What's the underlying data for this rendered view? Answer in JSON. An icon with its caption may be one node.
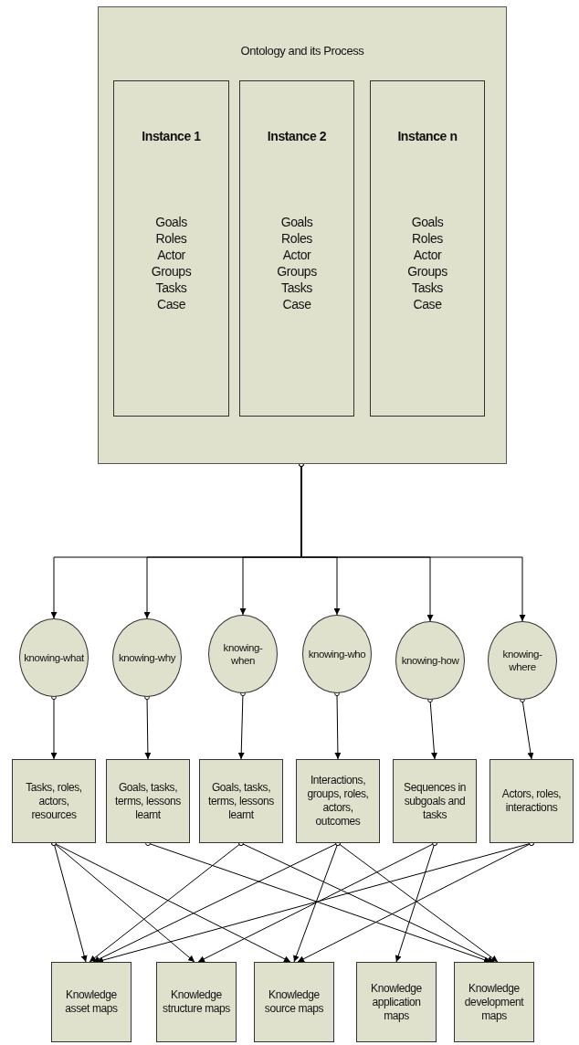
{
  "diagram": {
    "nodes": [
      {
        "text": [
          "Ontology and its Process"
        ]
      },
      {
        "text": [
          "Instance 1",
          "Goals Roles Actor Groups Tasks Case"
        ],
        "in": 0
      },
      {
        "text": [
          "Instance 2",
          "Goals Roles Actor Groups Tasks Case"
        ],
        "in": 0
      },
      {
        "text": [
          "Instance n",
          "Goals Roles Actor Groups Tasks Case"
        ],
        "in": 0
      },
      {
        "text": [
          "knowing-what"
        ]
      },
      {
        "text": [
          "knowing-why"
        ]
      },
      {
        "text": [
          "knowing-when"
        ]
      },
      {
        "text": [
          "knowing-who"
        ]
      },
      {
        "text": [
          "knowing-how"
        ]
      },
      {
        "text": [
          "knowing-where"
        ]
      },
      {
        "text": [
          "Tasks, roles, actors, resources"
        ]
      },
      {
        "text": [
          "Goals, tasks, terms, lessons learnt"
        ]
      },
      {
        "text": [
          "Goals, tasks, terms, lessons learnt"
        ]
      },
      {
        "text": [
          "Interactions, groups, roles, actors, outcomes"
        ]
      },
      {
        "text": [
          "Sequences in subgoals and tasks"
        ]
      },
      {
        "text": [
          "Actors, roles, interactions"
        ]
      },
      {
        "text": [
          "Knowledge asset maps"
        ]
      },
      {
        "text": [
          "Knowledge structure maps"
        ]
      },
      {
        "text": [
          "Knowledge source maps"
        ]
      },
      {
        "text": [
          "Knowledge application maps"
        ]
      },
      {
        "text": [
          "Knowledge development maps"
        ]
      }
    ],
    "edges": [
      {
        "from": 0,
        "to": 4,
        "arrow": "to"
      },
      {
        "from": 0,
        "to": 5,
        "arrow": "to"
      },
      {
        "from": 0,
        "to": 6,
        "arrow": "to"
      },
      {
        "from": 0,
        "to": 7,
        "arrow": "to"
      },
      {
        "from": 0,
        "to": 8,
        "arrow": "to"
      },
      {
        "from": 0,
        "to": 9,
        "arrow": "to"
      },
      {
        "from": 4,
        "to": 10,
        "arrow": "to"
      },
      {
        "from": 5,
        "to": 11,
        "arrow": "to"
      },
      {
        "from": 6,
        "to": 12,
        "arrow": "to"
      },
      {
        "from": 7,
        "to": 13,
        "arrow": "to"
      },
      {
        "from": 8,
        "to": 14,
        "arrow": "to"
      },
      {
        "from": 9,
        "to": 15,
        "arrow": "to"
      },
      {
        "from": 10,
        "to": 16,
        "arrow": "to"
      },
      {
        "from": 10,
        "to": 17,
        "arrow": "to"
      },
      {
        "from": 10,
        "to": 18,
        "arrow": "to"
      },
      {
        "from": 11,
        "to": 20,
        "arrow": "to"
      },
      {
        "from": 12,
        "to": 16,
        "arrow": "to"
      },
      {
        "from": 12,
        "to": 20,
        "arrow": "to"
      },
      {
        "from": 13,
        "to": 16,
        "arrow": "to"
      },
      {
        "from": 13,
        "to": 18,
        "arrow": "to"
      },
      {
        "from": 13,
        "to": 20,
        "arrow": "to"
      },
      {
        "from": 14,
        "to": 17,
        "arrow": "to"
      },
      {
        "from": 14,
        "to": 19,
        "arrow": "to"
      },
      {
        "from": 15,
        "to": 16,
        "arrow": "to"
      },
      {
        "from": 15,
        "to": 18,
        "arrow": "to"
      }
    ]
  }
}
